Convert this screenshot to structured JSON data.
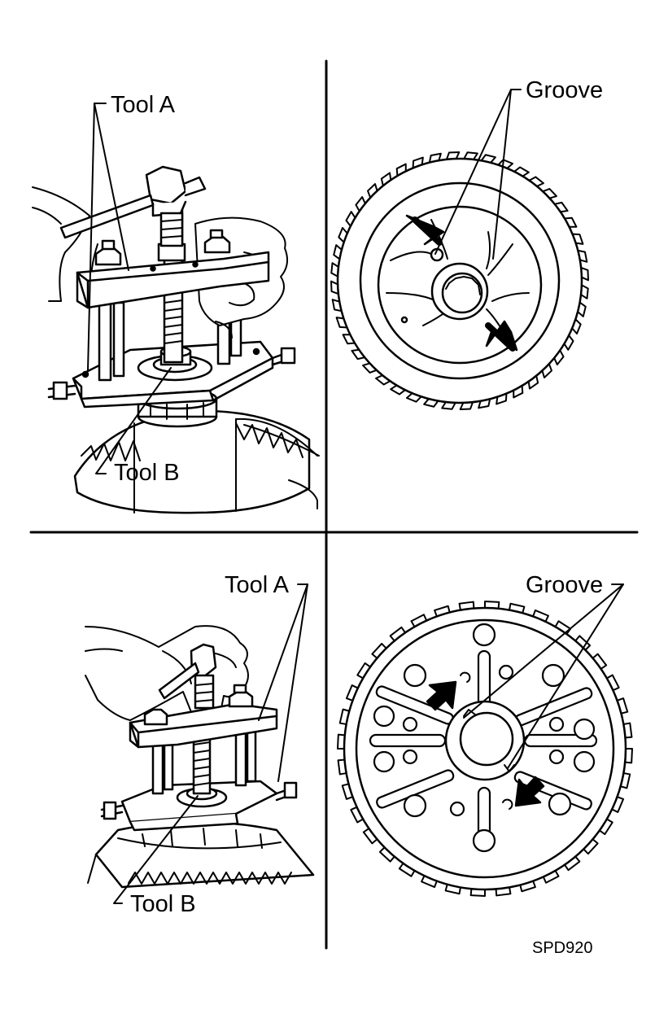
{
  "panels": {
    "top_left": {
      "tool_a_label": "Tool A",
      "tool_b_label": "Tool B"
    },
    "top_right": {
      "groove_label": "Groove"
    },
    "bottom_left": {
      "tool_a_label": "Tool A",
      "tool_b_label": "Tool B"
    },
    "bottom_right": {
      "groove_label": "Groove"
    }
  },
  "figure_code": "SPD920",
  "colors": {
    "ink": "#000000",
    "paper": "#ffffff"
  }
}
